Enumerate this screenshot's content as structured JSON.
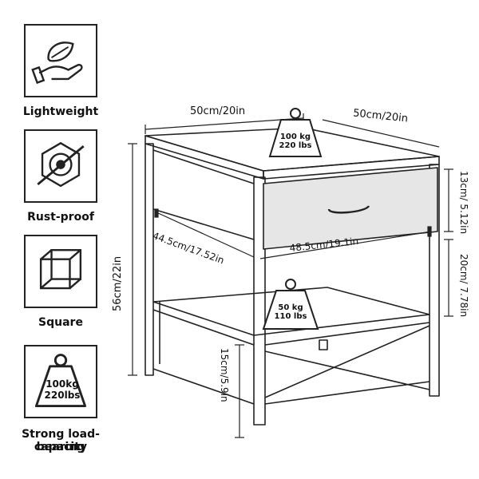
{
  "features": [
    {
      "label": "Lightweight",
      "icon": "leaf-hand-icon"
    },
    {
      "label": "Rust-proof",
      "icon": "no-rust-bolt-icon"
    },
    {
      "label": "Square",
      "icon": "cube-icon"
    },
    {
      "label_line1": "Strong load-bearing",
      "label_line2": "capacity",
      "icon": "weight-icon",
      "weight_kg": "100kg",
      "weight_lbs": "220lbs"
    }
  ],
  "dimensions": {
    "top_width": "50cm/20in",
    "top_depth": "50cm/20in",
    "total_height": "56cm/22in",
    "drawer_height": "13cm/ 5.12in",
    "shelf_gap": "20cm/ 7.78in",
    "bottom_gap": "15cm/5.9in",
    "inner_depth": "44.5cm/17.52in",
    "inner_width": "48.5cm/19.1in"
  },
  "loads": {
    "top_kg": "100 kg",
    "top_lbs": "220 lbs",
    "shelf_kg": "50 kg",
    "shelf_lbs": "110 lbs"
  }
}
